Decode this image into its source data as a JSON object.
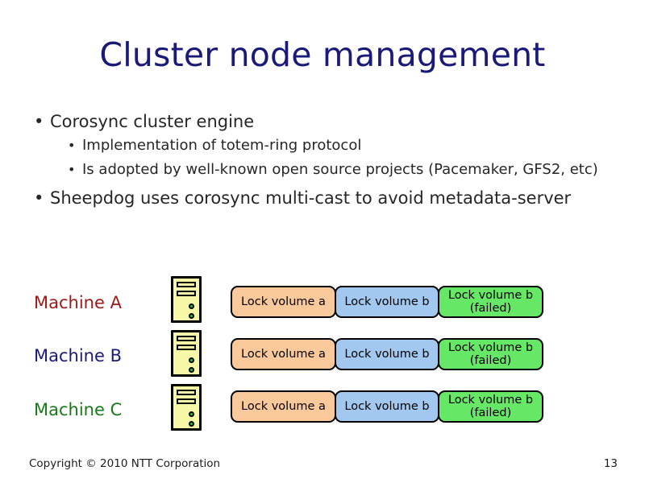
{
  "slide": {
    "title": "Cluster node management",
    "background_color": "#ffffff",
    "title_color": "#1a1a78"
  },
  "body": {
    "bullets": [
      {
        "level": 1,
        "marker": "•",
        "text": "Corosync cluster engine"
      },
      {
        "level": 2,
        "marker": "•",
        "text": "Implementation of totem-ring protocol"
      },
      {
        "level": 2,
        "marker": "•",
        "text": "Is adopted by well-known open source projects (Pacemaker, GFS2, etc)"
      },
      {
        "level": 1,
        "marker": "•",
        "text": "Sheepdog uses corosync multi-cast to avoid metadata-server"
      }
    ]
  },
  "diagram": {
    "rows": [
      {
        "machine_label": "Machine A",
        "machine_label_color": "#9e1a1a",
        "icon": "server-tower-icon",
        "boxes": [
          {
            "label": "Lock volume a",
            "sub_label": "",
            "color": "#f9c99b"
          },
          {
            "label": "Lock volume b",
            "sub_label": "",
            "color": "#a3c8ef"
          },
          {
            "label": "Lock volume b",
            "sub_label": "(failed)",
            "color": "#66e866"
          }
        ]
      },
      {
        "machine_label": "Machine B",
        "machine_label_color": "#1a1a78",
        "icon": "server-tower-icon",
        "boxes": [
          {
            "label": "Lock volume a",
            "sub_label": "",
            "color": "#f9c99b"
          },
          {
            "label": "Lock volume b",
            "sub_label": "",
            "color": "#a3c8ef"
          },
          {
            "label": "Lock volume b",
            "sub_label": "(failed)",
            "color": "#66e866"
          }
        ]
      },
      {
        "machine_label": "Machine C",
        "machine_label_color": "#1a7a1a",
        "icon": "server-tower-icon",
        "boxes": [
          {
            "label": "Lock volume a",
            "sub_label": "",
            "color": "#f9c99b"
          },
          {
            "label": "Lock volume b",
            "sub_label": "",
            "color": "#a3c8ef"
          },
          {
            "label": "Lock volume b",
            "sub_label": "(failed)",
            "color": "#66e866"
          }
        ]
      }
    ]
  },
  "footer": {
    "copyright": "Copyright © 2010 NTT Corporation",
    "page_number": "13"
  }
}
